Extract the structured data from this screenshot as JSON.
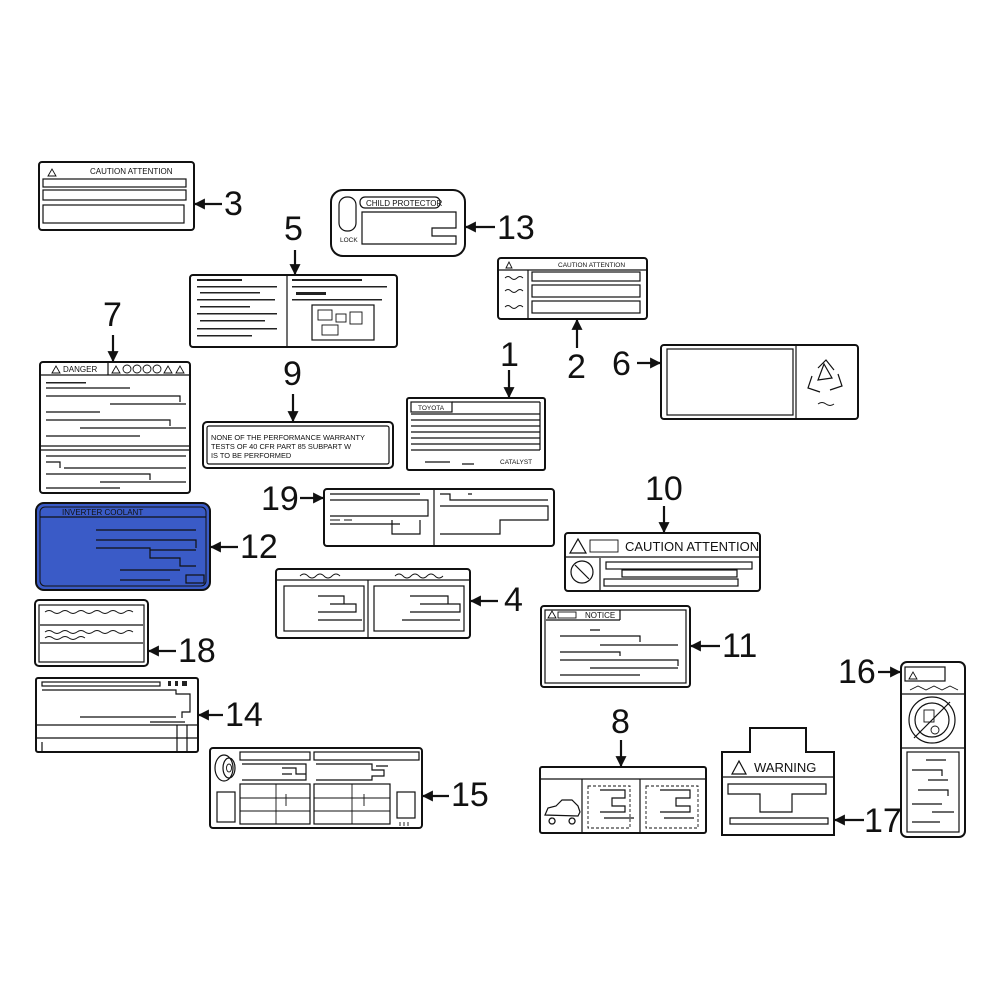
{
  "callouts": [
    "1",
    "2",
    "3",
    "4",
    "5",
    "6",
    "7",
    "8",
    "9",
    "10",
    "11",
    "12",
    "13",
    "14",
    "15",
    "16",
    "17",
    "18",
    "19"
  ],
  "labels": {
    "caution_attention": "CAUTION  ATTENTION",
    "caution_attention_10": "CAUTION ATTENTION",
    "child_protector": "CHILD PROTECTOR",
    "lock": "LOCK",
    "danger": "DANGER",
    "toyota": "TOYOTA",
    "catalyst": "CATALYST",
    "warranty_lines": [
      "NONE OF THE PERFORMANCE WARRANTY",
      "TESTS OF 40 CFR PART 85 SUBPART W",
      "IS TO BE PERFORMED"
    ],
    "inverter_coolant": "INVERTER COOLANT",
    "notice": "NOTICE",
    "warning": "WARNING"
  },
  "colors": {
    "inverter_label_fill": "#3a5bc7",
    "line": "#111111",
    "background": "#ffffff"
  },
  "icons": [
    "warning-triangle-icon",
    "recycle-icon",
    "no-smoking-icon",
    "tire-icon",
    "car-icon",
    "keyhole-icon"
  ]
}
